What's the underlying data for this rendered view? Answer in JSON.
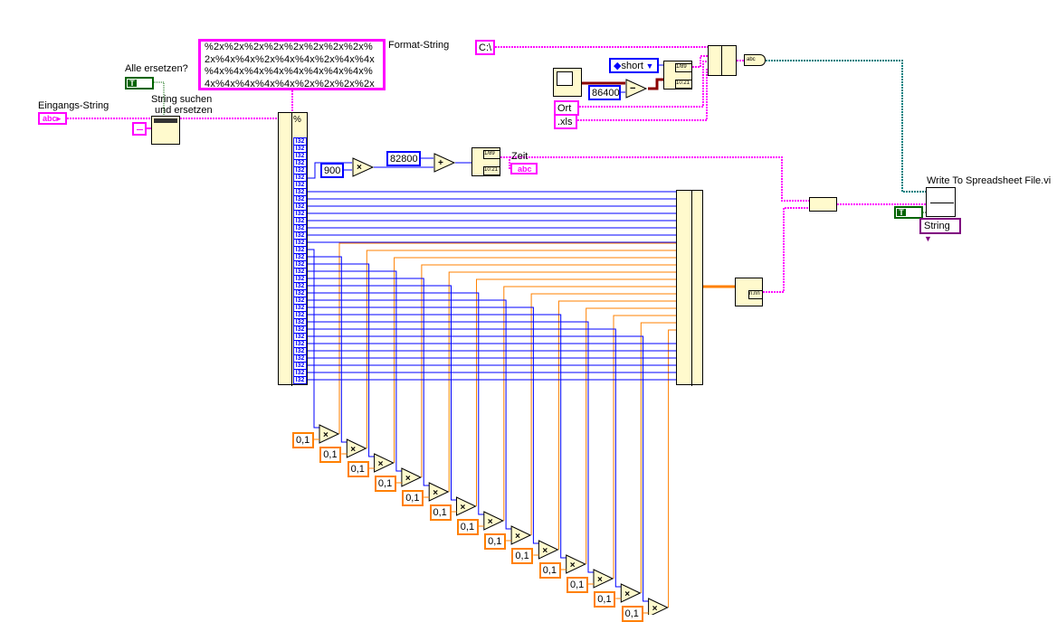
{
  "diagram": {
    "labels": {
      "alle_ersetzen": "Alle ersetzen?",
      "eingangs_string": "Eingangs-String",
      "string_suchen": "String suchen",
      "und_ersetzen": "und ersetzen",
      "format_string": "Format-String",
      "zeit": "Zeit",
      "write_spreadsheet": "Write To Spreadsheet File.vi"
    },
    "format_string_lines": [
      "%2x%2x%2x%2x%2x%2x%2x%2x%",
      "2x%4x%4x%2x%4x%4x%2x%4x%4x",
      "%4x%4x%4x%4x%4x%4x%4x%4x%",
      "4x%4x%4x%4x%4x%2x%2x%2x%2x"
    ],
    "constants": {
      "path_c": "C:\\",
      "ort": "Ort",
      "xls": ".xls",
      "seconds_per_day": "86400",
      "time_format": "short",
      "mult_900": "900",
      "offset_82800": "82800",
      "empty_string": "",
      "scale_factor": "0,1",
      "boolean_true": "T",
      "spreadsheet_type": "String"
    },
    "multiply_node_count": 13,
    "scan_outputs_count": 34,
    "colors": {
      "string_wire": "#ff00ff",
      "i32_wire": "#0000ff",
      "dbl_wire": "#ff8000",
      "bool_wire": "#006400",
      "path_wire": "#008080",
      "timestamp_wire": "#8b0000",
      "node_fill": "#fffacd"
    }
  }
}
